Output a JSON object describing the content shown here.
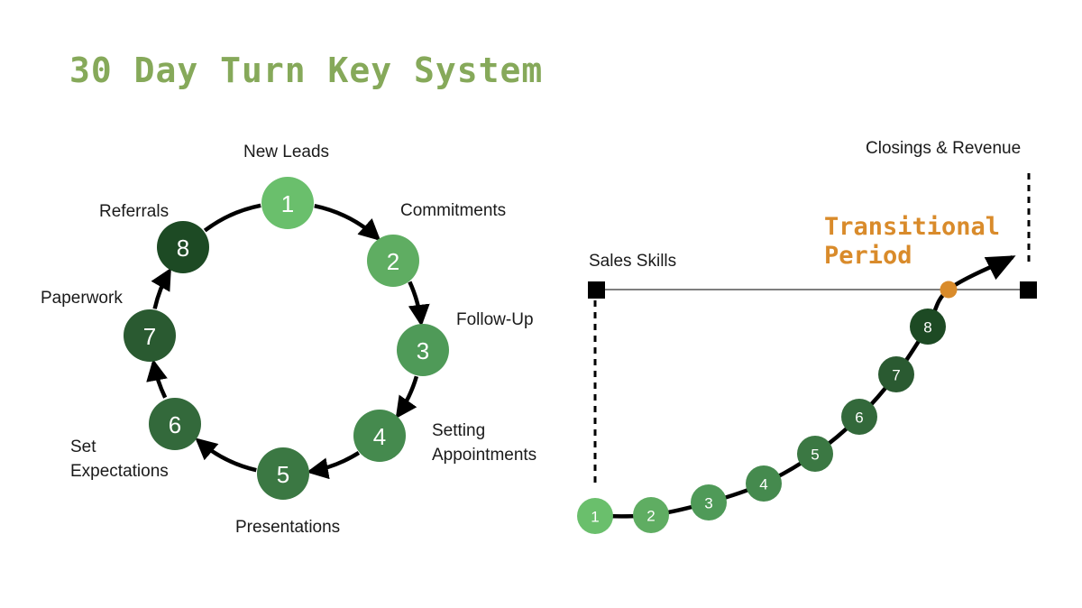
{
  "title": "30 Day Turn Key System",
  "colors": {
    "title": "#86a95a",
    "accent_orange": "#d98b2b",
    "step_colors": [
      "#6abf6c",
      "#5fad62",
      "#4f9a58",
      "#458a4e",
      "#3b7843",
      "#33693b",
      "#2a5a31",
      "#1d4a24"
    ]
  },
  "cycle": {
    "steps": [
      {
        "number": "1",
        "label": "New Leads"
      },
      {
        "number": "2",
        "label": "Commitments"
      },
      {
        "number": "3",
        "label": "Follow-Up"
      },
      {
        "number": "4",
        "label": "Setting Appointments",
        "lines": [
          "Setting",
          "Appointments"
        ]
      },
      {
        "number": "5",
        "label": "Presentations"
      },
      {
        "number": "6",
        "label": "Set Expectations",
        "lines": [
          "Set",
          "Expectations"
        ]
      },
      {
        "number": "7",
        "label": "Paperwork"
      },
      {
        "number": "8",
        "label": "Referrals"
      }
    ]
  },
  "curve": {
    "start_label": "Sales Skills",
    "end_label": "Closings & Revenue",
    "transition_label_lines": [
      "Transitional",
      "Period"
    ],
    "steps": [
      "1",
      "2",
      "3",
      "4",
      "5",
      "6",
      "7",
      "8"
    ]
  }
}
